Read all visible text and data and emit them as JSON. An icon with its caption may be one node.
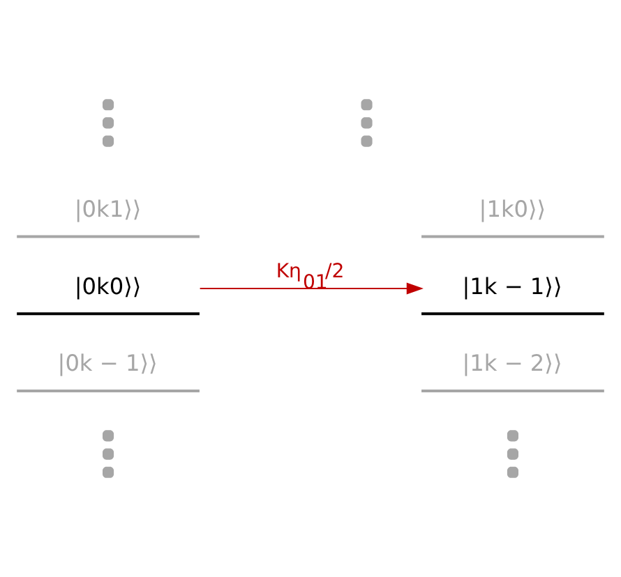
{
  "diagram": {
    "nodes": [
      {
        "text": [
          "|0k1⟩⟩"
        ]
      },
      {
        "text": [
          "|0k0⟩⟩"
        ]
      },
      {
        "text": [
          "|0k − 1⟩⟩"
        ]
      },
      {
        "text": [
          "|1k0⟩⟩"
        ]
      },
      {
        "text": [
          "|1k − 1⟩⟩"
        ]
      },
      {
        "text": [
          "|1k − 2⟩⟩"
        ]
      }
    ],
    "edges": [
      {
        "from": 1,
        "to": 4,
        "arrow": "to",
        "label": "Kη$_{01}$/2",
        "color": "#c00000"
      }
    ]
  }
}
